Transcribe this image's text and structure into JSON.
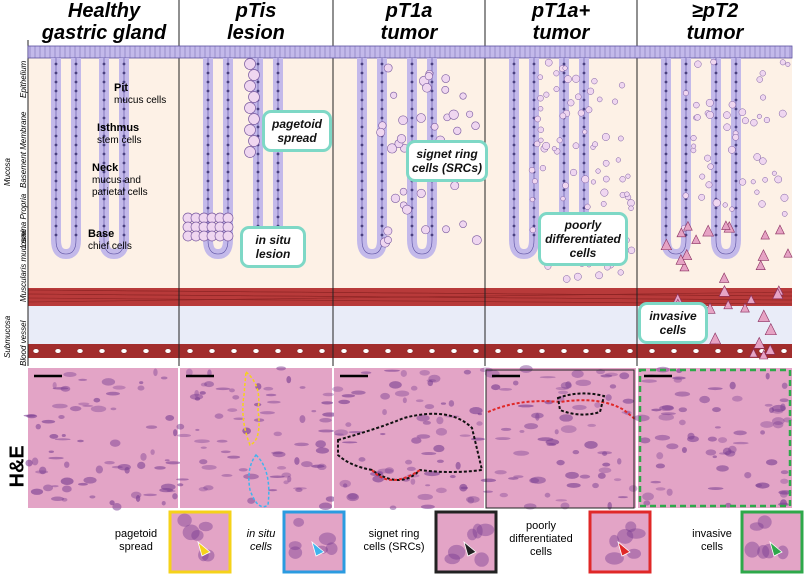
{
  "columns": [
    {
      "title_line1": "Healthy",
      "title_line2": "gastric gland"
    },
    {
      "title_line1": "pTis",
      "title_line2": "lesion"
    },
    {
      "title_line1": "pT1a",
      "title_line2": "tumor"
    },
    {
      "title_line1": "pT1a+",
      "title_line2": "tumor"
    },
    {
      "title_line1": "≥pT2",
      "title_line2": "tumor"
    }
  ],
  "layer_labels": {
    "epithelium": "Epithelium",
    "basement_membrane": "Basement Membrane",
    "lamina_propria": "Lamina Propria",
    "muscularis_mucosae": "Muscularis mucosae",
    "mucosa": "Mucosa",
    "submucosa": "Submucosa",
    "blood_vessel": "Blood vessel"
  },
  "gland_zones": [
    {
      "title": "Pit",
      "desc": [
        "mucus cells"
      ]
    },
    {
      "title": "Isthmus",
      "desc": [
        "stem cells"
      ]
    },
    {
      "title": "Neck",
      "desc": [
        "mucus and",
        "parietal cells"
      ]
    },
    {
      "title": "Base",
      "desc": [
        "chief cells"
      ]
    }
  ],
  "annotations": {
    "pagetoid": [
      "pagetoid",
      "spread"
    ],
    "in_situ": [
      "in situ",
      "lesion"
    ],
    "src": [
      "signet ring",
      "cells (SRCs)"
    ],
    "poorly": [
      "poorly",
      "differentiated",
      "cells"
    ],
    "invasive": [
      "invasive",
      "cells"
    ]
  },
  "he_label": "H&E",
  "legend": [
    {
      "lines": [
        "pagetoid",
        "spread"
      ],
      "italic": false,
      "color": "#f5d21a",
      "arrow": "#f5d21a"
    },
    {
      "lines": [
        "in situ",
        "cells"
      ],
      "italic": true,
      "color": "#2b9be0",
      "arrow": "#3fb4ee"
    },
    {
      "lines": [
        "signet ring",
        "cells (SRCs)"
      ],
      "italic": false,
      "color": "#222222",
      "arrow": "#222222"
    },
    {
      "lines": [
        "poorly",
        "differentiated",
        "cells"
      ],
      "italic": false,
      "color": "#e02828",
      "arrow": "#e02828"
    },
    {
      "lines": [
        "invasive",
        "cells"
      ],
      "italic": false,
      "color": "#2ea84a",
      "arrow": "#2ea84a"
    }
  ],
  "colors": {
    "lamina": "#fdf1e6",
    "epithelium_cell": "#c3b9ea",
    "muscle": "#b83a3a",
    "submucosa": "#e9ecf8",
    "vessel": "#a22d2d",
    "src_cell": "#efd6f0",
    "he_pink": "#e3a4c6",
    "he_purple": "#7a3f92"
  }
}
